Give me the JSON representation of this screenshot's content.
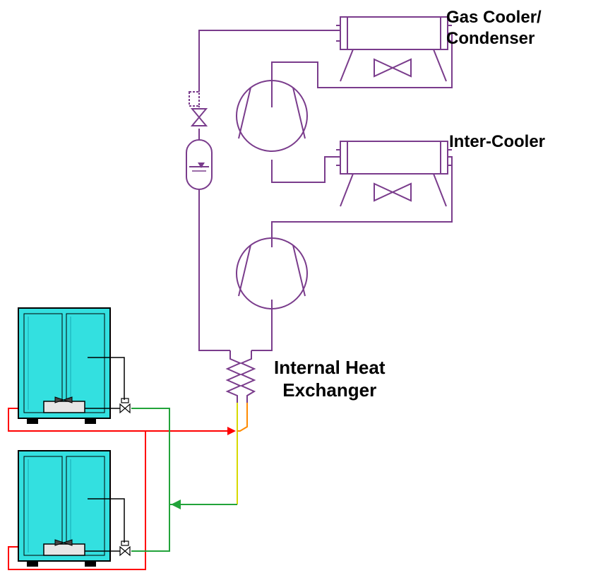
{
  "labels": {
    "gas_cooler_line1": "Gas Cooler/",
    "gas_cooler_line2": "Condenser",
    "inter_cooler": "Inter-Cooler",
    "ihx_line1": "Internal Heat",
    "ihx_line2": "Exchanger"
  },
  "colors": {
    "refrigerant_pipe": "#7a3c8c",
    "hot_line": "#ff0000",
    "return_line": "#22a33a",
    "suction_line": "#d7d900",
    "discharge_line": "#ff8a00",
    "cabinet_fill": "#33e0e0",
    "cabinet_stroke": "#000000"
  },
  "components": {
    "gas_cooler": "heat-exchanger-with-fan",
    "inter_cooler": "heat-exchanger-with-fan",
    "compressors": 2,
    "cabinets": 2
  }
}
